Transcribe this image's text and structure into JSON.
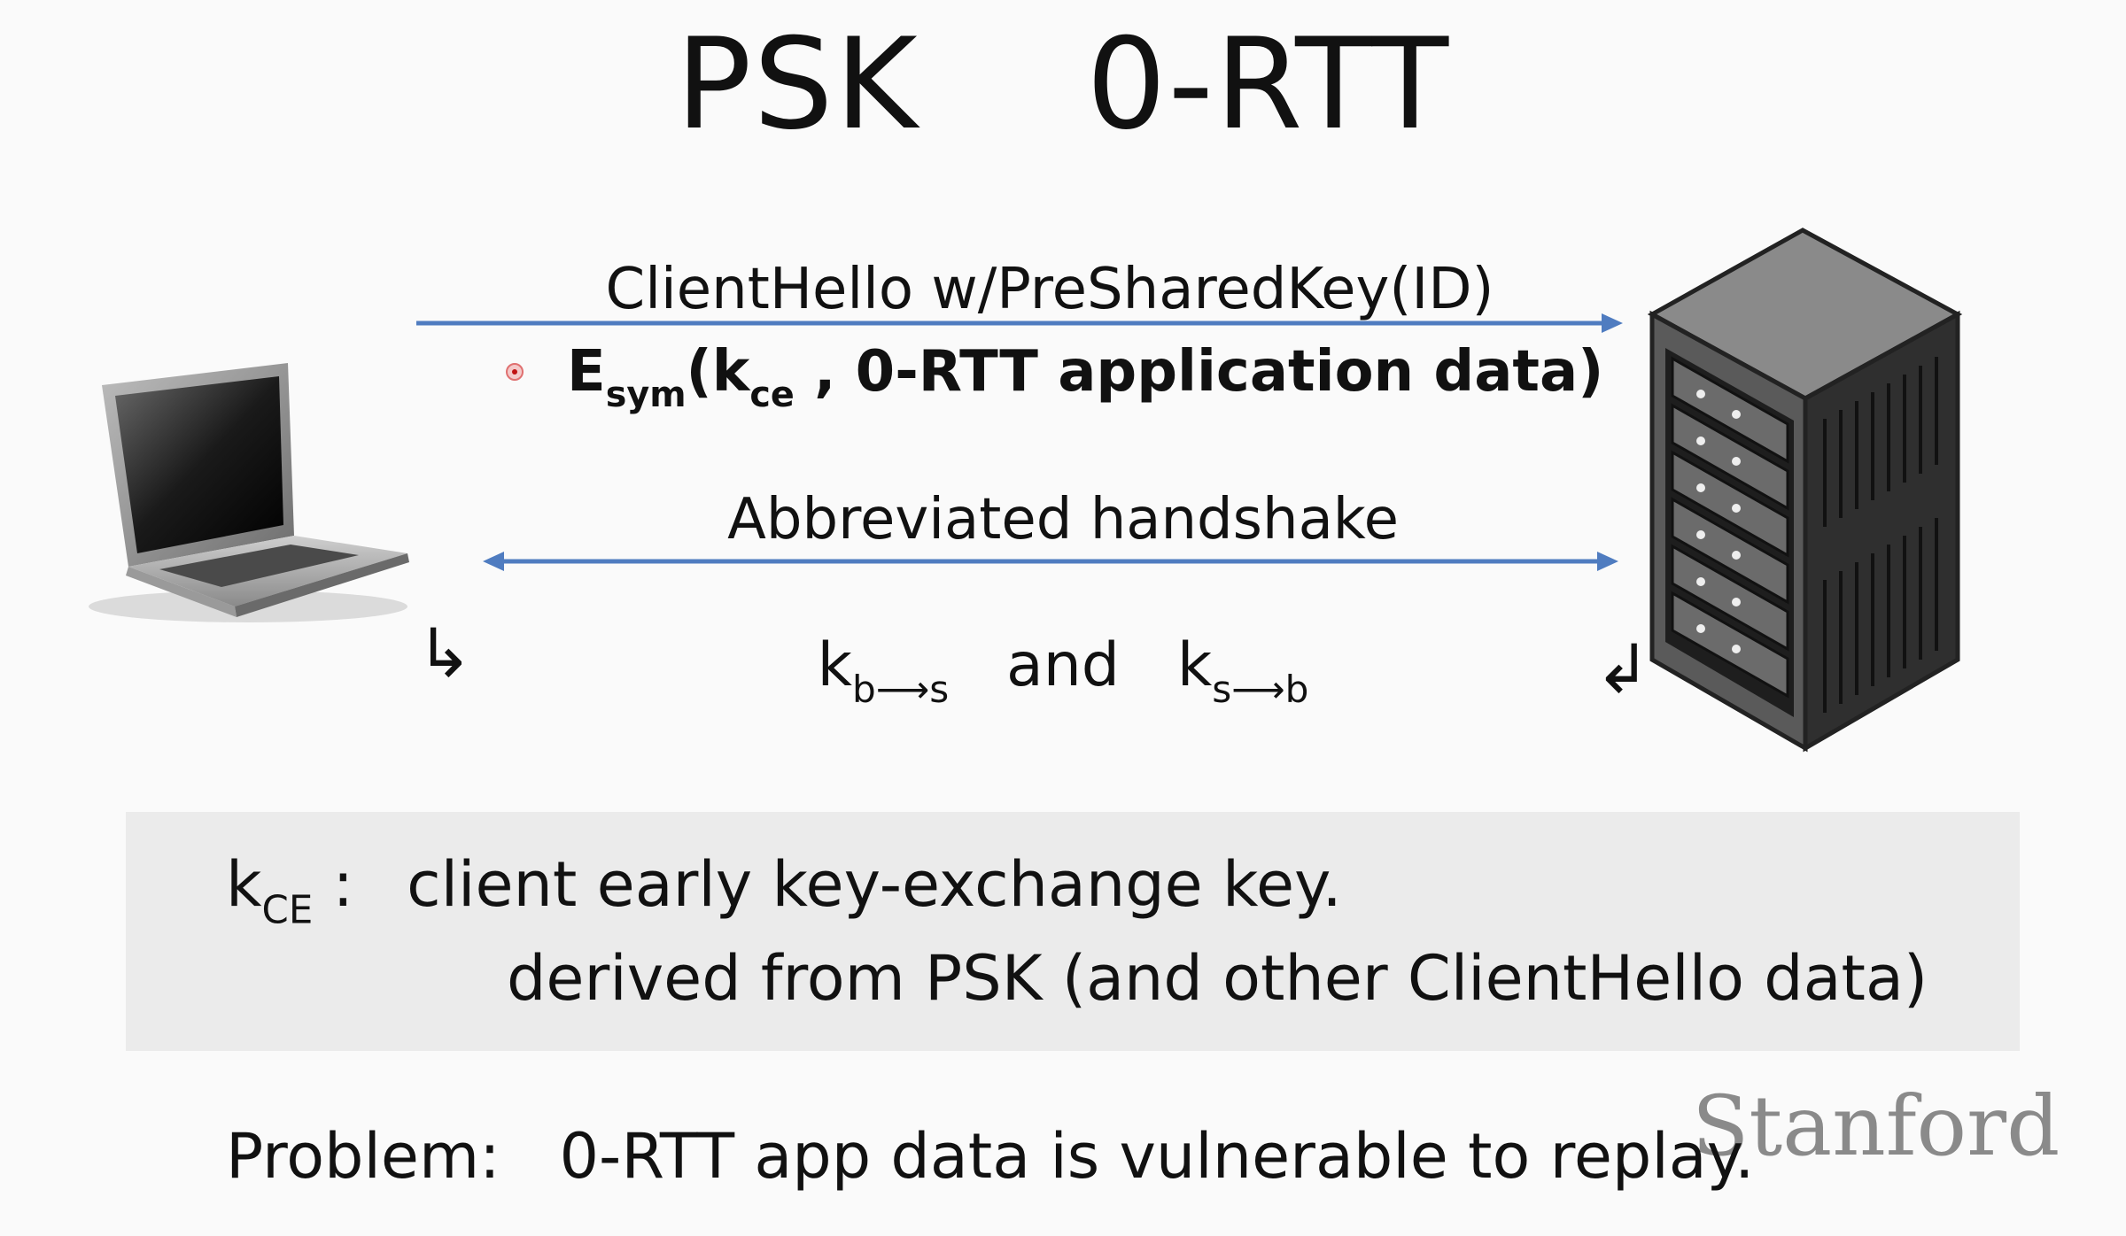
{
  "slide": {
    "title": "PSK    0-RTT",
    "messages": {
      "client_hello": "ClientHello w/PreSharedKey(ID)",
      "early_data": {
        "e": "E",
        "e_sub": "sym",
        "open": "(k",
        "k_sub": "ce",
        "rest": " ,  0-RTT application data)"
      },
      "handshake": "Abbreviated handshake"
    },
    "keys": {
      "k1": "k",
      "k1_sub": "b⟶s",
      "and": "   and   ",
      "k2": "k",
      "k2_sub": "s⟶b"
    },
    "hooks": {
      "left": "↳",
      "right": "↲"
    },
    "definition": {
      "k": "k",
      "k_sub": "CE",
      "colon": " :",
      "line1": "client early key-exchange key.",
      "line2": "derived from  PSK  (and other ClientHello data)"
    },
    "problem": "Problem:   0-RTT app data is vulnerable to replay.",
    "watermark": "Stanford"
  },
  "colors": {
    "arrow": "#4f7cc0",
    "box": "#ebebeb",
    "watermark": "#8a8a8a"
  },
  "icons": {
    "client": "laptop-icon",
    "server": "server-rack-icon"
  }
}
